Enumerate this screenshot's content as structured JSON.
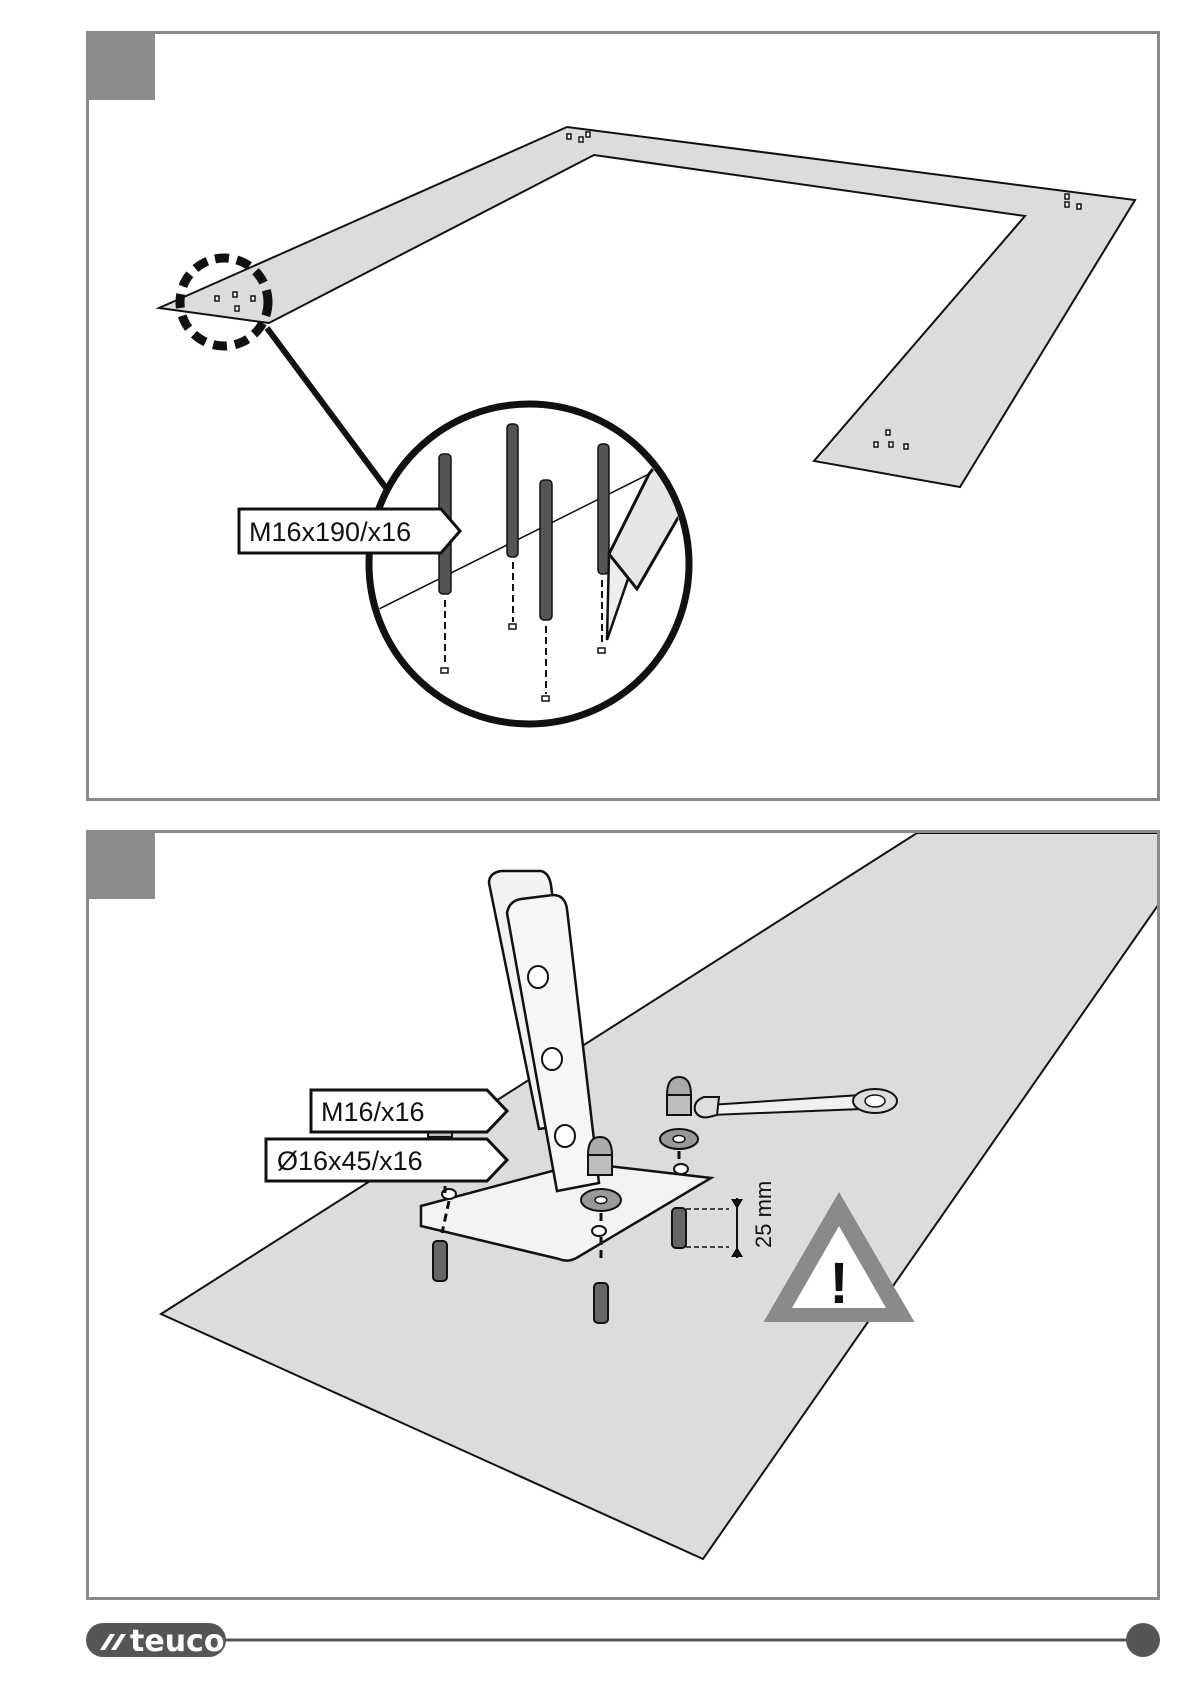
{
  "panel1": {
    "callout_bolt": "M16x190/x16"
  },
  "panel2": {
    "callout_nut": "M16/x16",
    "callout_washer": "Ø16x45/x16",
    "dimension": "25 mm",
    "warning_glyph": "!"
  },
  "footer": {
    "logo": "teuco"
  },
  "colors": {
    "frame": "#8a8a8a",
    "surface": "#dcdcdc",
    "line": "#111111"
  }
}
